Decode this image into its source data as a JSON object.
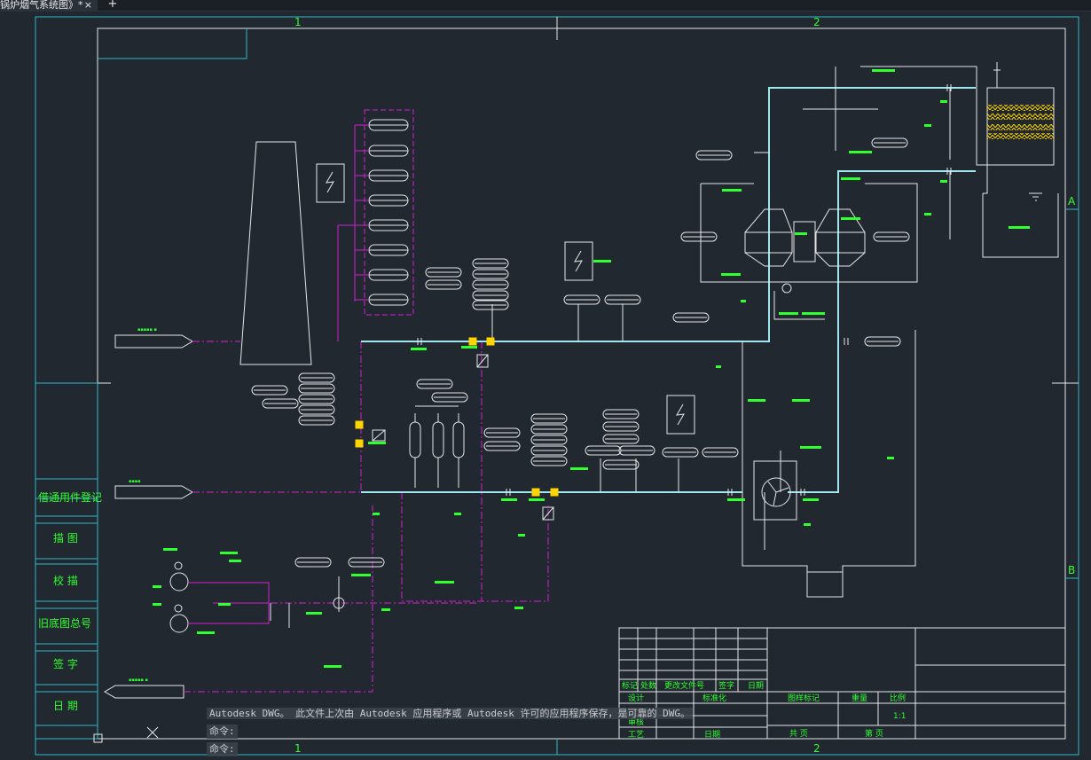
{
  "tab": {
    "title": "锅炉烟气系统图》*",
    "close": "×",
    "new": "+"
  },
  "grid": {
    "top_1": "1",
    "top_2": "2",
    "bottom_1": "1",
    "bottom_2": "2",
    "right_a": "A",
    "right_b": "B"
  },
  "left_panel": [
    "借通用件登记",
    "描 图",
    "校 描",
    "旧底图总号",
    "签 字",
    "日 期"
  ],
  "title_block": {
    "rev_headers": [
      "标记",
      "处数",
      "更改文件号",
      "签字",
      "日期"
    ],
    "roles": [
      "设计",
      "标准化",
      "审核",
      "工艺",
      "日期"
    ],
    "stage": "图样标记",
    "weight": "重量",
    "scale": "比例",
    "scale_value": "1:1",
    "sheets_total": "共 页",
    "sheet_no": "第 页"
  },
  "command_line": {
    "message": "Autodesk DWG。  此文件上次由 Autodesk 应用程序或 Autodesk 许可的应用程序保存，是可靠的 DWG。",
    "prompt_1": "命令:",
    "prompt_2": "命令:"
  },
  "colors": {
    "background": "#212830",
    "frame": "#e6e6e6",
    "border": "#2fb7c7",
    "pipe": "#9fe6ee",
    "label": "#30ff30",
    "dash": "#d020d0",
    "highlight": "#ffd400"
  }
}
